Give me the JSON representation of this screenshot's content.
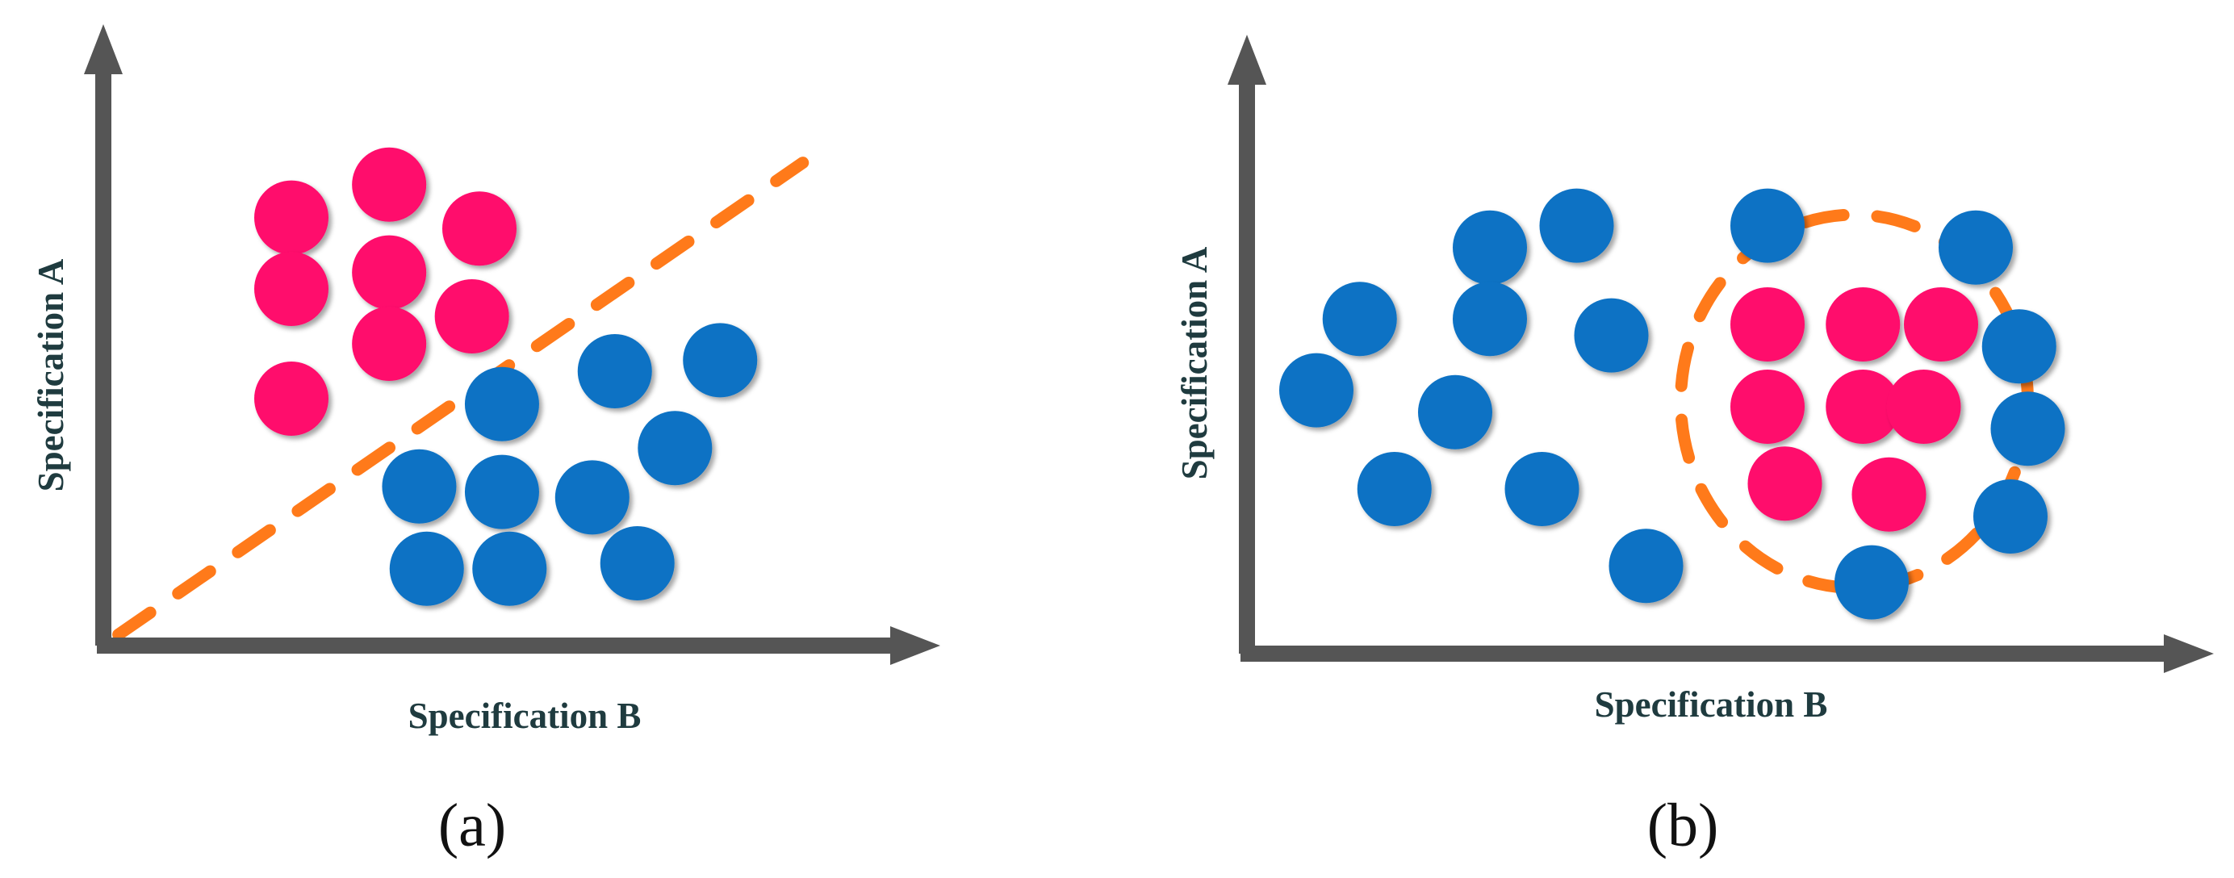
{
  "colors": {
    "class_pink": "#ff0a6c",
    "class_blue": "#0c72c4",
    "boundary": "#ff7a1a",
    "axis": "#555555",
    "label_text": "#1f3b3f"
  },
  "panels": [
    {
      "id": "a",
      "caption": "(a)",
      "xlabel": "Specification B",
      "ylabel": "Specification A",
      "boundary_type": "linear",
      "chart_data": {
        "type": "scatter",
        "xlim": [
          0,
          100
        ],
        "ylim": [
          0,
          100
        ],
        "series": [
          {
            "class": "pink",
            "color": "#ff0a6c",
            "points": [
              [
                25,
                78
              ],
              [
                38,
                84
              ],
              [
                50,
                76
              ],
              [
                38,
                68
              ],
              [
                25,
                65
              ],
              [
                49,
                60
              ],
              [
                38,
                55
              ],
              [
                25,
                45
              ]
            ]
          },
          {
            "class": "blue",
            "color": "#0c72c4",
            "points": [
              [
                68,
                50
              ],
              [
                82,
                52
              ],
              [
                53,
                44
              ],
              [
                65,
                27
              ],
              [
                76,
                36
              ],
              [
                42,
                29
              ],
              [
                53,
                28
              ],
              [
                43,
                14
              ],
              [
                54,
                14
              ],
              [
                71,
                15
              ]
            ]
          }
        ],
        "boundary": {
          "from": [
            2,
            2
          ],
          "to": [
            93,
            88
          ]
        }
      }
    },
    {
      "id": "b",
      "caption": "(b)",
      "xlabel": "Specification B",
      "ylabel": "Specification A",
      "boundary_type": "ellipse",
      "chart_data": {
        "type": "scatter",
        "xlim": [
          0,
          100
        ],
        "ylim": [
          0,
          100
        ],
        "series": [
          {
            "class": "pink",
            "color": "#ff0a6c",
            "points": [
              [
                60,
                60
              ],
              [
                71,
                60
              ],
              [
                80,
                60
              ],
              [
                60,
                45
              ],
              [
                71,
                45
              ],
              [
                78,
                45
              ],
              [
                62,
                31
              ],
              [
                74,
                29
              ]
            ]
          },
          {
            "class": "blue",
            "color": "#0c72c4",
            "points": [
              [
                28,
                74
              ],
              [
                38,
                78
              ],
              [
                60,
                78
              ],
              [
                84,
                74
              ],
              [
                13,
                61
              ],
              [
                28,
                61
              ],
              [
                42,
                58
              ],
              [
                89,
                56
              ],
              [
                8,
                48
              ],
              [
                24,
                44
              ],
              [
                90,
                41
              ],
              [
                17,
                30
              ],
              [
                34,
                30
              ],
              [
                88,
                25
              ],
              [
                46,
                16
              ],
              [
                72,
                13
              ]
            ]
          }
        ],
        "boundary": {
          "center": [
            70,
            46
          ],
          "radius_x": 20,
          "radius_y": 34
        }
      }
    }
  ]
}
